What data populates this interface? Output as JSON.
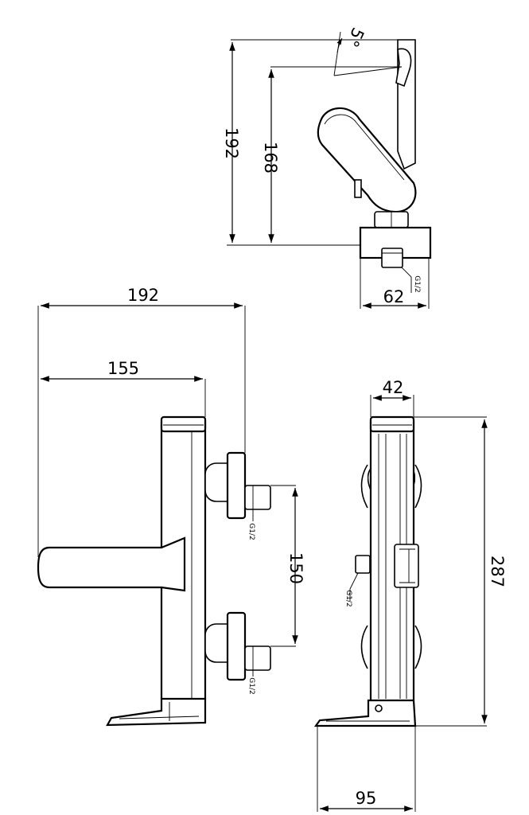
{
  "side_view": {
    "angle_label": "5°",
    "height_total": "192",
    "height_spout": "168",
    "depth": "62",
    "thread_label": "G1/2"
  },
  "front_view": {
    "width_total": "192",
    "width_spout": "155",
    "inlet_spacing": "150",
    "thread_label_top": "G1/2",
    "thread_label_bottom": "G1/2"
  },
  "end_view": {
    "body_width": "42",
    "height": "287",
    "base_width": "95",
    "thread_label": "G1/2"
  }
}
